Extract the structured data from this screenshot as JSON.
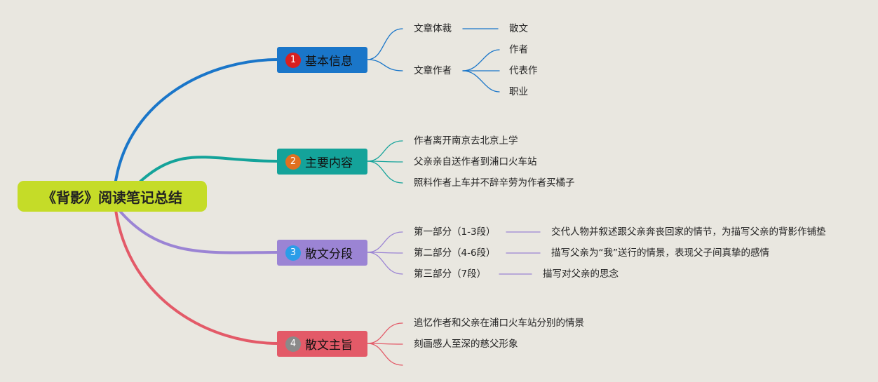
{
  "root": {
    "title": "《背影》阅读笔记总结"
  },
  "branches": [
    {
      "num": "1",
      "label": "基本信息",
      "color": "#1a76c9",
      "badge": "#d82020",
      "line": "#1a76c9",
      "children": [
        {
          "text": "文章体裁",
          "children": [
            {
              "text": "散文"
            }
          ]
        },
        {
          "text": "文章作者",
          "children": [
            {
              "text": "作者"
            },
            {
              "text": "代表作"
            },
            {
              "text": "职业"
            }
          ]
        }
      ]
    },
    {
      "num": "2",
      "label": "主要内容",
      "color": "#14a39a",
      "badge": "#e07020",
      "line": "#14a39a",
      "children": [
        {
          "text": "作者离开南京去北京上学"
        },
        {
          "text": "父亲亲自送作者到浦口火车站"
        },
        {
          "text": "照料作者上车并不辞辛劳为作者买橘子"
        }
      ]
    },
    {
      "num": "3",
      "label": "散文分段",
      "color": "#9b84d4",
      "badge": "#2b9de8",
      "line": "#9b84d4",
      "children": [
        {
          "text": "第一部分（1-3段）",
          "children": [
            {
              "text": "交代人物并叙述跟父亲奔丧回家的情节，为描写父亲的背影作铺垫"
            }
          ]
        },
        {
          "text": "第二部分（4-6段）",
          "children": [
            {
              "text": "描写父亲为“我”送行的情景，表现父子间真挚的感情"
            }
          ]
        },
        {
          "text": "第三部分（7段）",
          "children": [
            {
              "text": "描写对父亲的思念"
            }
          ]
        }
      ]
    },
    {
      "num": "4",
      "label": "散文主旨",
      "color": "#e35a68",
      "badge": "#8a8a8a",
      "line": "#e35a68",
      "children": [
        {
          "text": "追忆作者和父亲在浦口火车站分别的情景"
        },
        {
          "text": "刻画感人至深的慈父形象"
        },
        {
          "text": ""
        }
      ]
    }
  ]
}
